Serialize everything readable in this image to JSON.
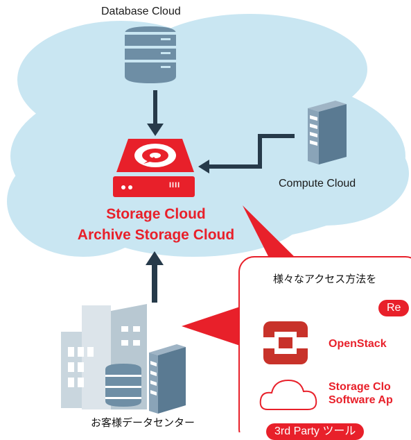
{
  "colors": {
    "cloud": "#c9e6f2",
    "accent_red": "#e8202a",
    "arrow_dark": "#263a4a",
    "server_blue": "#6e8ea5",
    "building_gray": "#c9d6de"
  },
  "nodes": {
    "database_cloud": {
      "label": "Database Cloud",
      "icon": "database-icon"
    },
    "storage": {
      "line1": "Storage Cloud",
      "line2": "Archive Storage Cloud",
      "icon": "storage-appliance-icon",
      "icon_marks": "IIII"
    },
    "compute_cloud": {
      "label": "Compute Cloud",
      "icon": "server-icon"
    },
    "datacenter": {
      "label": "お客様データセンター",
      "icon": "building-icon"
    }
  },
  "panel": {
    "heading": "様々なアクセス方法を",
    "rest_pill": "Re",
    "openstack": {
      "label": "OpenStack",
      "icon": "openstack-icon"
    },
    "storage_software": {
      "line1": "Storage Clo",
      "line2": "Software Ap",
      "icon": "cloud-outline-icon"
    },
    "third_party_pill": "3rd Party ツール"
  }
}
